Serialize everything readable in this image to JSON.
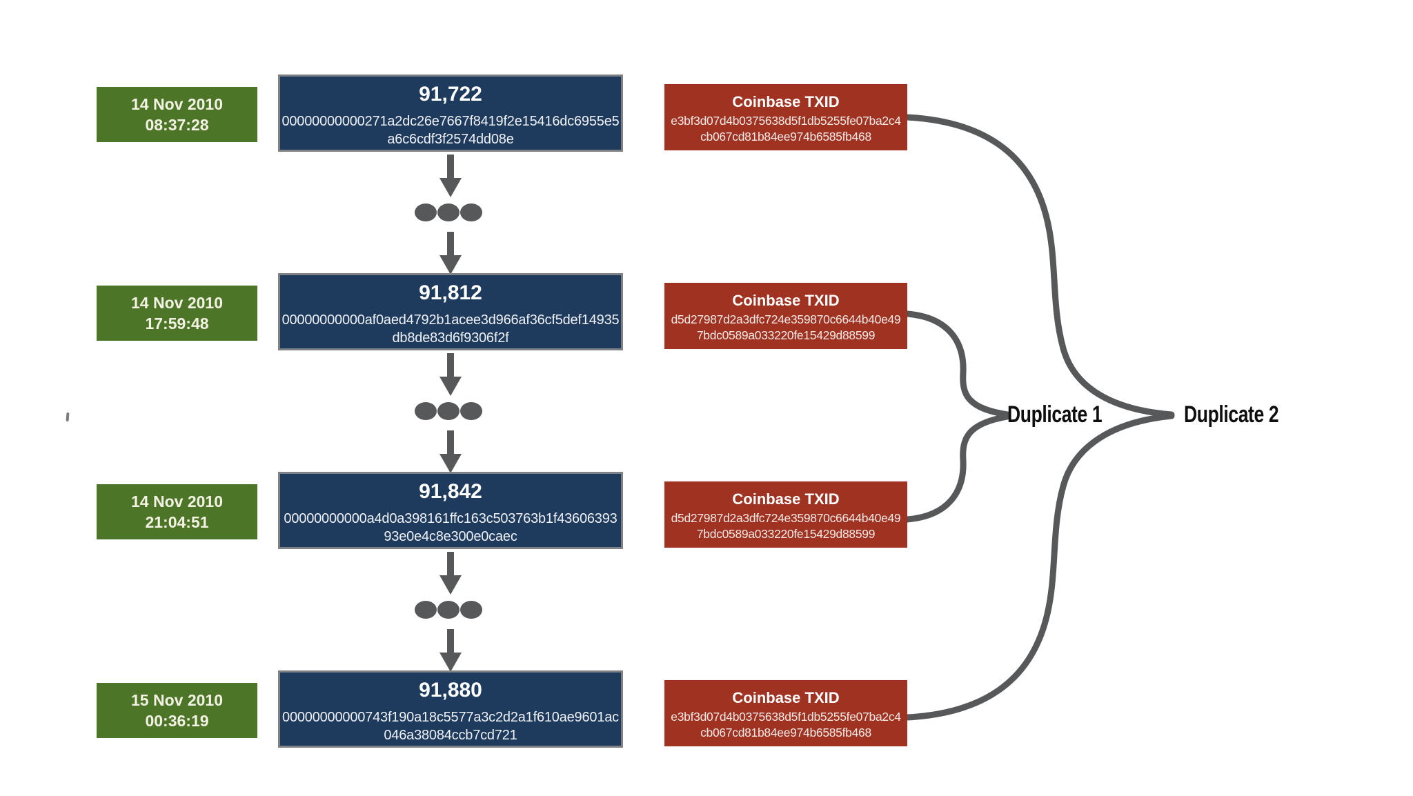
{
  "diagram": {
    "description": "Bitcoin blockchain duplicate coinbase TXID diagram",
    "colors": {
      "timestamp_box": "#4c7527",
      "block_box": "#1e3a5c",
      "block_border": "#7f8184",
      "coinbase_box": "#9f3221",
      "connector_gray": "#57585a",
      "box_text": "#ffffff",
      "label_text": "#0f0f0f",
      "background": "#ffffff"
    },
    "rows": [
      {
        "timestamp_date": "14 Nov 2010",
        "timestamp_time": "08:37:28",
        "block_height": "91,722",
        "block_hash_line1": "00000000000271a2dc26e7667f8419f2e15416dc6955e5",
        "block_hash_line2": "a6c6cdf3f2574dd08e",
        "coinbase_title": "Coinbase TXID",
        "coinbase_txid_line1": "e3bf3d07d4b0375638d5f1db5255fe07ba2c4",
        "coinbase_txid_line2": "cb067cd81b84ee974b6585fb468"
      },
      {
        "timestamp_date": "14 Nov 2010",
        "timestamp_time": "17:59:48",
        "block_height": "91,812",
        "block_hash_line1": "00000000000af0aed4792b1acee3d966af36cf5def14935",
        "block_hash_line2": "db8de83d6f9306f2f",
        "coinbase_title": "Coinbase TXID",
        "coinbase_txid_line1": "d5d27987d2a3dfc724e359870c6644b40e49",
        "coinbase_txid_line2": "7bdc0589a033220fe15429d88599"
      },
      {
        "timestamp_date": "14 Nov 2010",
        "timestamp_time": "21:04:51",
        "block_height": "91,842",
        "block_hash_line1": "00000000000a4d0a398161ffc163c503763b1f43606393",
        "block_hash_line2": "93e0e4c8e300e0caec",
        "coinbase_title": "Coinbase TXID",
        "coinbase_txid_line1": "d5d27987d2a3dfc724e359870c6644b40e49",
        "coinbase_txid_line2": "7bdc0589a033220fe15429d88599"
      },
      {
        "timestamp_date": "15 Nov 2010",
        "timestamp_time": "00:36:19",
        "block_height": "91,880",
        "block_hash_line1": "00000000000743f190a18c5577a3c2d2a1f610ae9601ac",
        "block_hash_line2": "046a38084ccb7cd721",
        "coinbase_title": "Coinbase TXID",
        "coinbase_txid_line1": "e3bf3d07d4b0375638d5f1db5255fe07ba2c4",
        "coinbase_txid_line2": "cb067cd81b84ee974b6585fb468"
      }
    ],
    "duplicates": [
      {
        "label": "Duplicate 1"
      },
      {
        "label": "Duplicate 2"
      }
    ]
  }
}
